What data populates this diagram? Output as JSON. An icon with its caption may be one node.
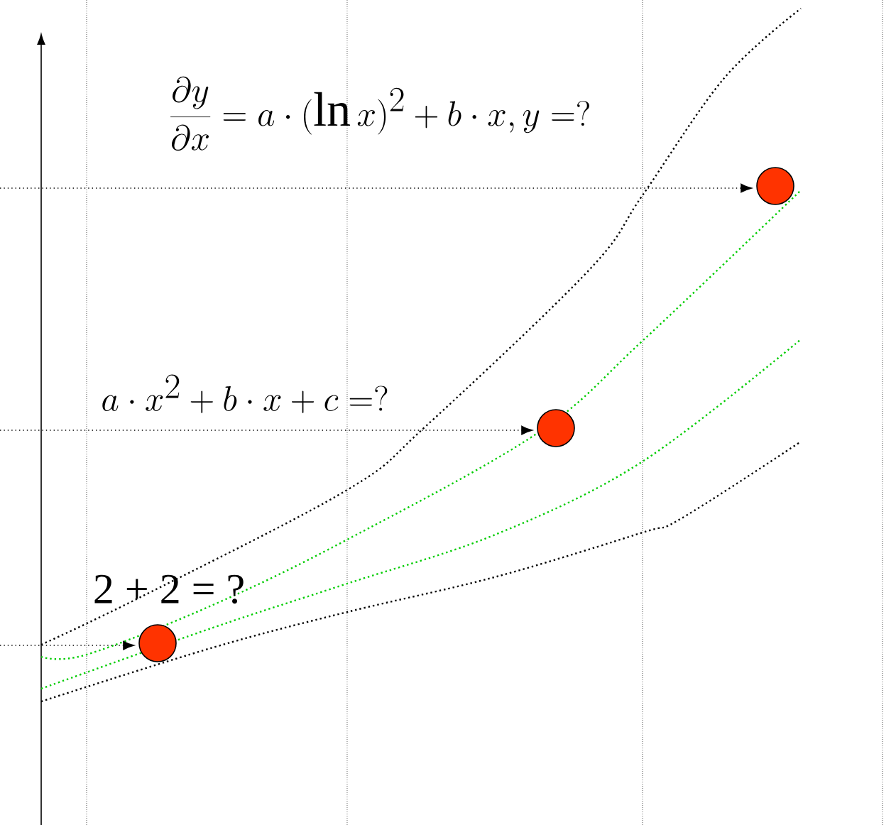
{
  "diagram": {
    "nodes": [
      {
        "text": [],
        "shape": "circle"
      },
      {
        "text": [],
        "shape": "circle"
      },
      {
        "text": [],
        "shape": "circle"
      }
    ],
    "edges": [
      {
        "from": null,
        "to": 0,
        "arrow": "to"
      },
      {
        "from": null,
        "to": 1,
        "arrow": "to"
      },
      {
        "from": null,
        "to": 2,
        "arrow": "to"
      }
    ],
    "labels": [
      "\\frac{\\partial y}{\\partial x}=a\\cdot(\\ln x)^{2}+b\\cdot x, y=?",
      "a\\cdot x^{2}+b\\cdot x+c=?",
      "2 + 2 = ?"
    ]
  }
}
